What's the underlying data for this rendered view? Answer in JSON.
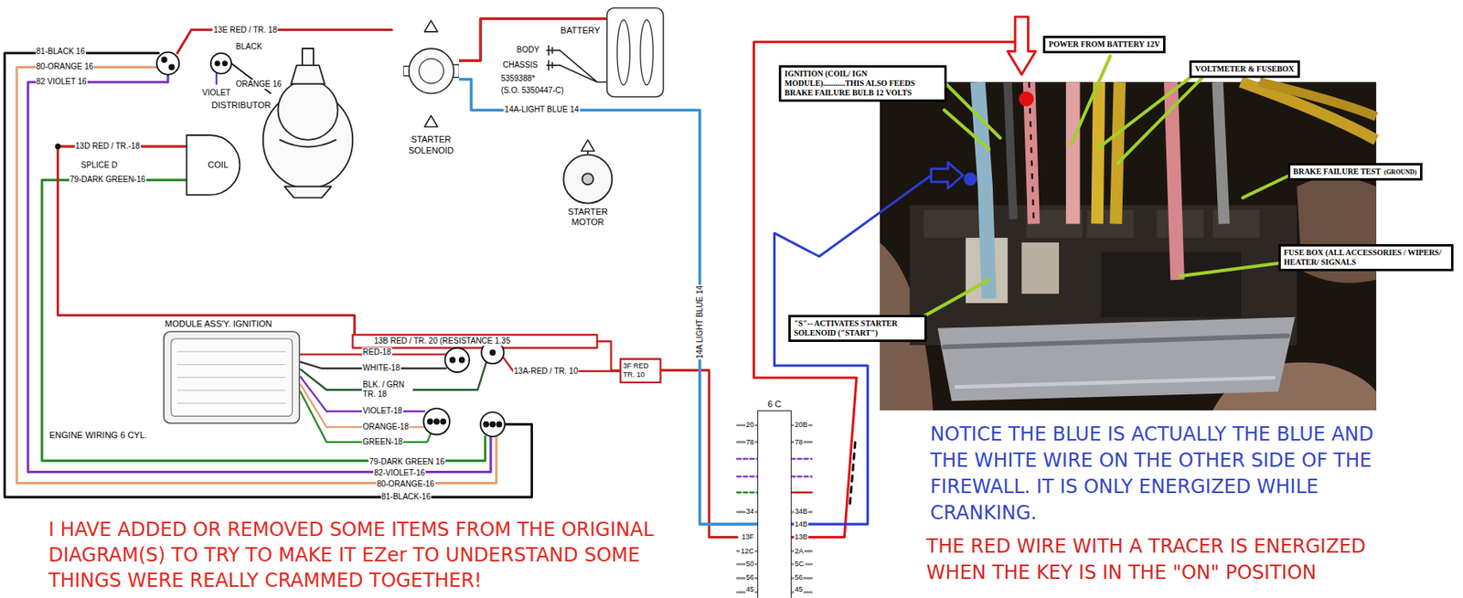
{
  "diagram": {
    "nodes": [
      {
        "text": [
          "BATTERY"
        ]
      },
      {
        "text": [
          "STARTER SOLENOID"
        ]
      },
      {
        "text": [
          "MODULE ASS'Y. IGNITION"
        ]
      },
      {
        "text": [
          "6 C"
        ]
      },
      {
        "text": [
          "POWER FROM BATTERY 12V"
        ]
      },
      {
        "text": [
          "VOLTMETER & FUSEBOX"
        ]
      },
      {
        "text": [
          "IGNITION (COIL/ IGN MODULE)...........THIS ALSO FEEDS BRAKE FAILURE BULB 12 VOLTS"
        ]
      },
      {
        "text": [
          "BRAKE FAILURE TEST",
          "(GROUND)"
        ]
      },
      {
        "text": [
          "FUSE BOX (ALL ACCESSORIES / WIPERS/ HEATER/ SIGNALS"
        ]
      },
      {
        "text": [
          "\"S\"-- ACTIVATES STARTER SOLENOID (\"START\")"
        ]
      }
    ],
    "edges": [
      {
        "from": 0,
        "to": 1,
        "arrow": "none"
      },
      {
        "from": 1,
        "to": 3,
        "arrow": "none",
        "label": "14A-LIGHT BLUE 14"
      }
    ],
    "labels": [
      "81-BLACK 16",
      "80-ORANGE 16",
      "82 VIOLET 16",
      "13E RED / TR. 18",
      "BLACK",
      "ORANGE 16",
      "VIOLET",
      "DISTRIBUTOR",
      "13D RED / TR.-18",
      "SPLICE D",
      "COIL",
      "79-DARK GREEN-16",
      "BODY",
      "CHASSIS",
      "5359388*",
      "(S.O. 5350447-C)",
      "STARTER MOTOR",
      "13B RED / TR. 20 (RESISTANCE 1.35",
      "RED-18",
      "WHITE-18",
      "BLK. / GRN TR. 18",
      "VIOLET-18",
      "ORANGE-18",
      "GREEN-18",
      "13A-RED / TR. 10",
      "3F RED TR. 10",
      "14A LIGHT BLUE 14",
      "ENGINE WIRING 6 CYL.",
      "79-DARK GREEN 16",
      "82-VIOLET-16",
      "80-ORANGE-16",
      "81-BLACK-16",
      "20",
      "78",
      "34",
      "13F",
      "12C",
      "50",
      "56",
      "45",
      "20B",
      "78",
      "34B",
      "14B",
      "13B",
      "2A",
      "5C",
      "56",
      "45",
      "I HAVE ADDED OR REMOVED SOME ITEMS FROM THE ORIGINAL DIAGRAM(S) TO TRY TO MAKE IT EZer TO UNDERSTAND SOME THINGS WERE REALLY CRAMMED TOGETHER!",
      "NOTICE THE BLUE IS ACTUALLY THE BLUE AND THE WHITE WIRE ON THE OTHER SIDE OF THE FIREWALL. IT IS ONLY ENERGIZED WHILE CRANKING.",
      "THE RED WIRE WITH A TRACER IS ENERGIZED WHEN THE KEY IS IN THE \"ON\" POSITION"
    ]
  }
}
